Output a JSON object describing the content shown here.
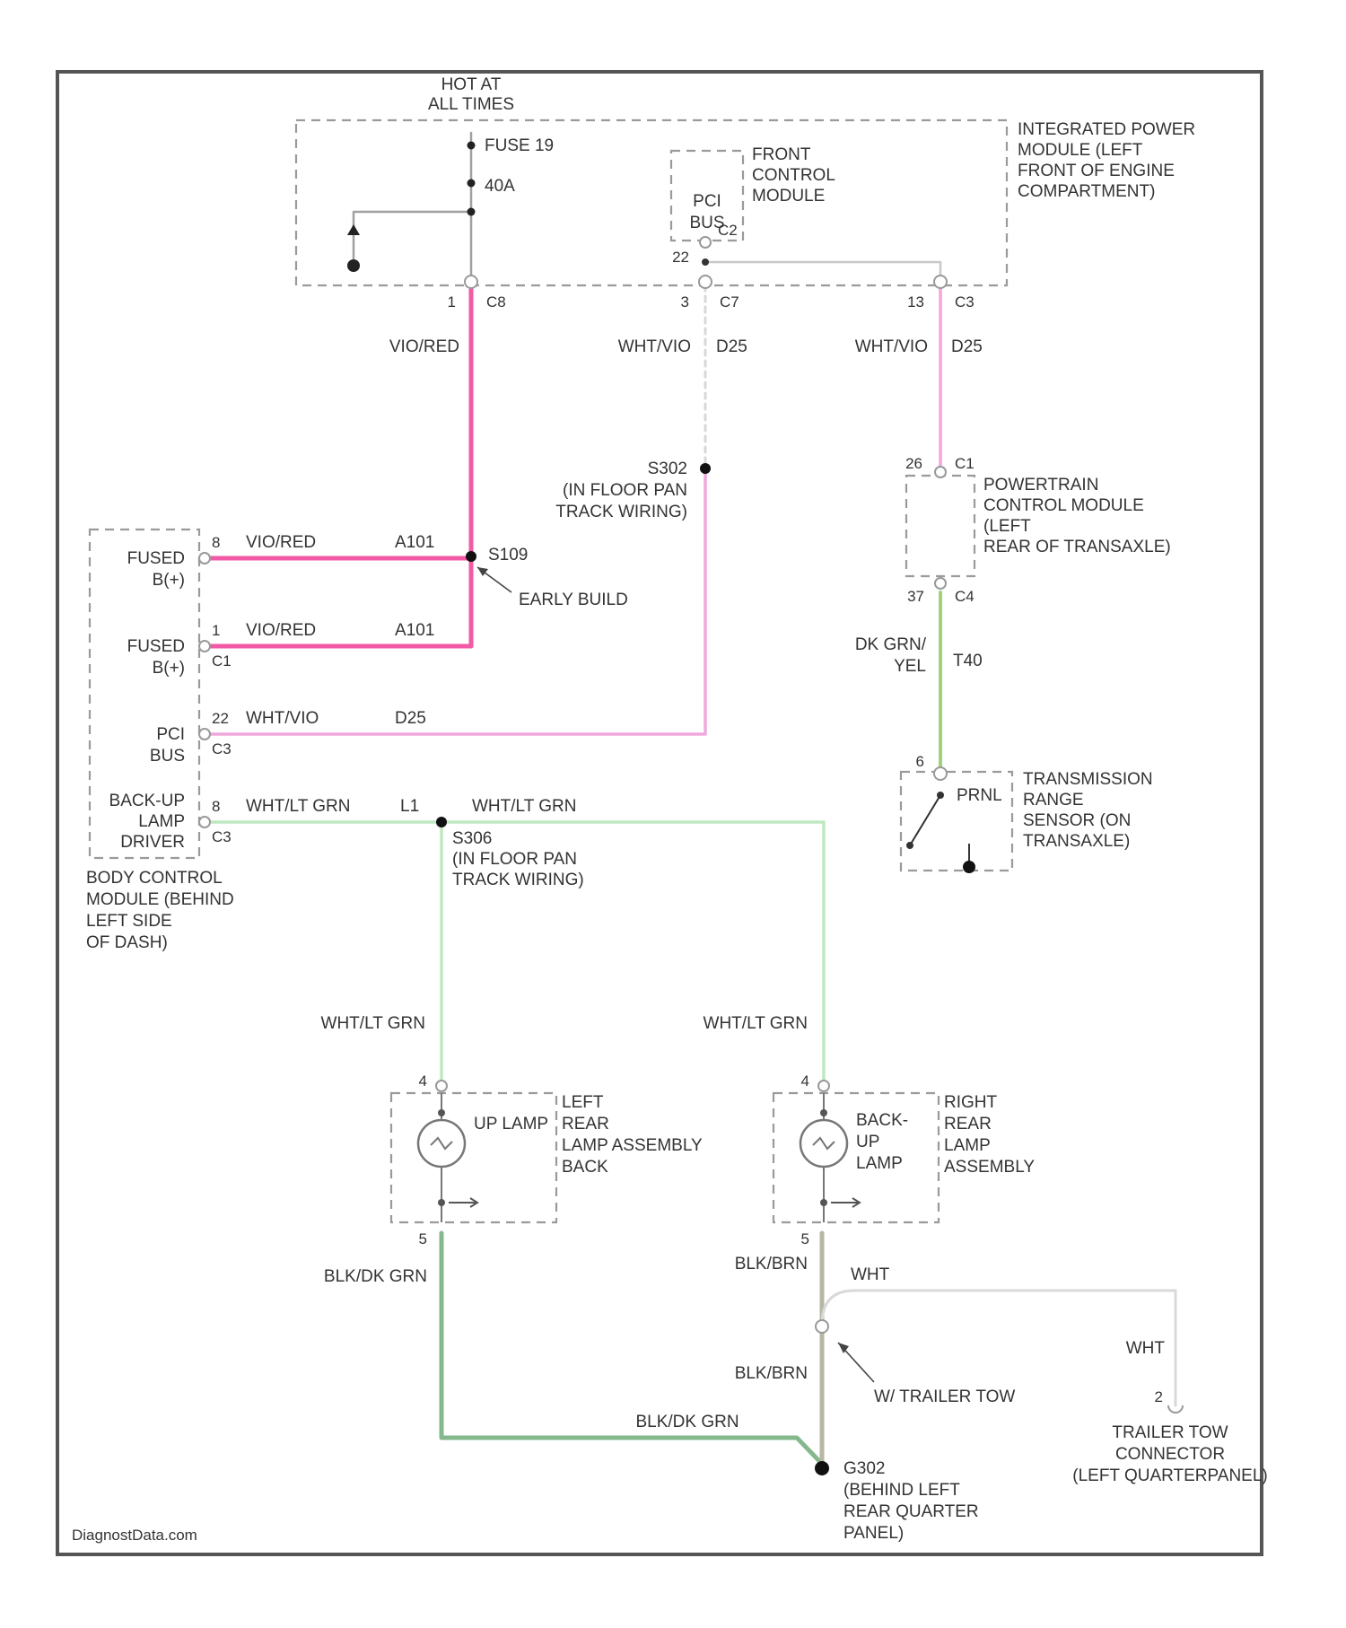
{
  "header": {
    "hot_at": "HOT AT",
    "all_times": "ALL TIMES"
  },
  "ipm": {
    "fuse": "FUSE 19",
    "amps": "40A",
    "label": [
      "INTEGRATED POWER",
      "MODULE (LEFT",
      "FRONT OF ENGINE",
      "COMPARTMENT)"
    ],
    "fcm_label": [
      "FRONT",
      "CONTROL",
      "MODULE"
    ],
    "pci_bus": [
      "PCI",
      "BUS"
    ]
  },
  "pins": {
    "c8_pin": "1",
    "c8": "C8",
    "c7_pin": "3",
    "c7": "C7",
    "c3_pin": "13",
    "c3": "C3",
    "fcm_pin": "22",
    "fcm_conn": "C2",
    "pcm_pin": "26",
    "pcm_conn": "C1",
    "pcm_out_pin": "37",
    "pcm_out_conn": "C4",
    "trs_pin": "6",
    "bcm_pin1": "8",
    "bcm_pin2": "1",
    "bcm_conn2": "C1",
    "bcm_pin3": "22",
    "bcm_conn3": "C3",
    "bcm_pin4": "8",
    "bcm_conn4": "C3",
    "lamp_left_in": "4",
    "lamp_left_out": "5",
    "lamp_right_in": "4",
    "lamp_right_out": "5",
    "tow_pin": "2"
  },
  "wires": {
    "vio_red": "VIO/RED",
    "wht_vio_1": "WHT/VIO",
    "d25_1": "D25",
    "wht_vio_2": "WHT/VIO",
    "d25_2": "D25",
    "bcm_w1": "VIO/RED",
    "bcm_c1": "A101",
    "bcm_w2": "VIO/RED",
    "bcm_c2": "A101",
    "bcm_w3": "WHT/VIO",
    "bcm_c3": "D25",
    "bcm_w4": "WHT/LT GRN",
    "l1": "L1",
    "bus_w": "WHT/LT GRN",
    "dk_grn": "DK GRN/",
    "yel": "YEL",
    "t40": "T40",
    "lamp_left_feed": "WHT/LT GRN",
    "lamp_right_feed": "WHT/LT GRN",
    "gnd_left": "BLK/DK GRN",
    "gnd_right_1": "BLK/BRN",
    "gnd_right_2": "BLK/BRN",
    "gnd_bottom": "BLK/DK GRN",
    "wht_1": "WHT",
    "wht_2": "WHT"
  },
  "splices": {
    "s302": "S302",
    "s302_desc": [
      "(IN FLOOR PAN",
      "TRACK WIRING)"
    ],
    "s109": "S109",
    "early_build": "EARLY BUILD",
    "s306": "S306",
    "s306_desc": [
      "(IN FLOOR PAN",
      "TRACK WIRING)"
    ]
  },
  "modules": {
    "pcm": [
      "POWERTRAIN",
      "CONTROL MODULE",
      "(LEFT",
      "REAR OF TRANSAXLE)"
    ],
    "trs": [
      "TRANSMISSION",
      "RANGE",
      "SENSOR (ON",
      "TRANSAXLE)"
    ],
    "trs_prnl": "PRNL",
    "bcm_fused_1": [
      "FUSED",
      "B(+)"
    ],
    "bcm_fused_2": [
      "FUSED",
      "B(+)"
    ],
    "bcm_pci": [
      "PCI",
      "BUS"
    ],
    "bcm_backup": [
      "BACK-UP",
      "LAMP",
      "DRIVER"
    ],
    "bcm": [
      "BODY CONTROL",
      "MODULE (BEHIND",
      "LEFT SIDE",
      "OF DASH)"
    ]
  },
  "lamps": {
    "left_inner": "UP LAMP",
    "left": [
      "LEFT",
      "REAR",
      "LAMP ASSEMBLY",
      "BACK"
    ],
    "right_inner": [
      "BACK-",
      "UP",
      "LAMP"
    ],
    "right": [
      "RIGHT",
      "REAR",
      "LAMP",
      "ASSEMBLY"
    ]
  },
  "tow": {
    "trailer_tow": "W/ TRAILER TOW",
    "connector": [
      "TRAILER TOW",
      "CONNECTOR",
      "(LEFT QUARTERPANEL)"
    ]
  },
  "ground": {
    "g302": "G302",
    "desc": [
      "(BEHIND LEFT",
      "REAR QUARTER",
      "PANEL)"
    ]
  },
  "footer": {
    "watermark": "DiagnostData.com"
  },
  "colors": {
    "vio_red": "#f25aa6",
    "wht_vio": "#f0a8dc",
    "dk_grn_yel": "#9fd27a",
    "wht_lt_grn": "#bfe8c2",
    "blk_dk_grn": "#86b88e",
    "blk_brn": "#b7b7a2",
    "wht": "#d9d9d9",
    "border": "#555555",
    "dash": "#9a9a9a"
  }
}
